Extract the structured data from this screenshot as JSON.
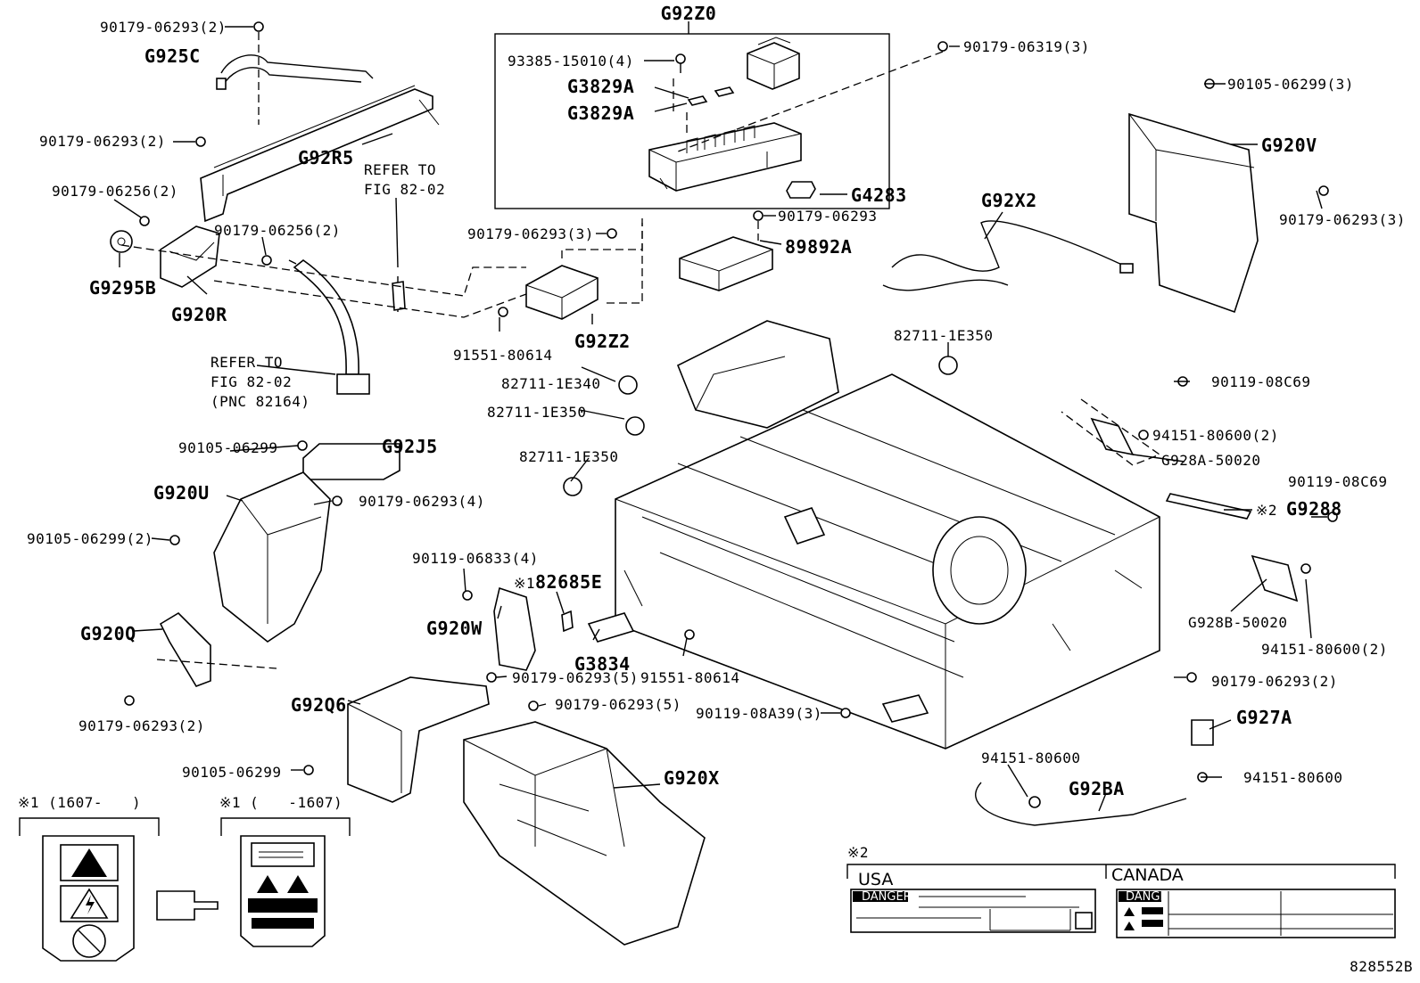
{
  "labels": {
    "g92z0": "G92Z0",
    "p93385": "93385-15010(4)",
    "g3829a_1": "G3829A",
    "g3829a_2": "G3829A",
    "g4283": "G4283",
    "p90179_06319_3": "90179-06319(3)",
    "p90105_06299_3": "90105-06299(3)",
    "g920v": "G920V",
    "p90179_06293_3_right": "90179-06293(3)",
    "g92x2": "G92X2",
    "p90179_06293_mid": "90179-06293",
    "g89892a": "89892A",
    "p90179_06293_2_top": "90179-06293(2)",
    "g925c": "G925C",
    "p90179_06293_2_left": "90179-06293(2)",
    "g92r5": "G92R5",
    "refer1a": "REFER TO",
    "refer1b": "FIG 82-02",
    "p90179_06256_2_a": "90179-06256(2)",
    "p90179_06256_2_b": "90179-06256(2)",
    "g9295b": "G9295B",
    "g920r": "G920R",
    "refer2a": "REFER TO",
    "refer2b": "FIG 82-02",
    "refer2c": "(PNC 82164)",
    "p90179_06293_3_mid": "90179-06293(3)",
    "p91551_80614_a": "91551-80614",
    "g92z2": "G92Z2",
    "p82711_1e340": "82711-1E340",
    "p82711_1e350_a": "82711-1E350",
    "p82711_1e350_b": "82711-1E350",
    "p82711_1e350_c": "82711-1E350",
    "p90119_08c69_a": "90119-08C69",
    "p94151_80600_2_a": "94151-80600(2)",
    "g928a": "G928A-50020",
    "p90119_08c69_b": "90119-08C69",
    "g9288_prefix": "※2",
    "g9288": "G9288",
    "g928b": "G928B-50020",
    "p94151_80600_2_b": "94151-80600(2)",
    "p90105_06299_a": "90105-06299",
    "g92j5": "G92J5",
    "g920u": "G920U",
    "p90179_06293_4": "90179-06293(4)",
    "p90105_06299_2": "90105-06299(2)",
    "p90119_06833_4": "90119-06833(4)",
    "g82685e_prefix": "※1",
    "g82685e": "82685E",
    "g920w": "G920W",
    "g920q": "G920Q",
    "g3834": "G3834",
    "p91551_80614_b": "91551-80614",
    "p90179_06293_5_a": "90179-06293(5)",
    "p90179_06293_2_bl": "90179-06293(2)",
    "g92q6": "G92Q6",
    "p90179_06293_5_b": "90179-06293(5)",
    "p90179_06293_2_br": "90179-06293(2)",
    "g927a": "G927A",
    "p90119_08a39_3": "90119-08A39(3)",
    "p94151_80600_a": "94151-80600",
    "g92ba": "G92BA",
    "p94151_80600_b": "94151-80600",
    "p90105_06299_b": "90105-06299",
    "g920x": "G920X",
    "variant1": "※1 (1607-　　)",
    "variant2": "※1 (　　-1607)",
    "note2": "※2",
    "usa": "USA",
    "canada": "CANADA",
    "danger": "DANGER",
    "danger2": "DANGER",
    "figure_id": "828552B"
  },
  "colors": {
    "line": "#000000",
    "background": "#ffffff"
  }
}
